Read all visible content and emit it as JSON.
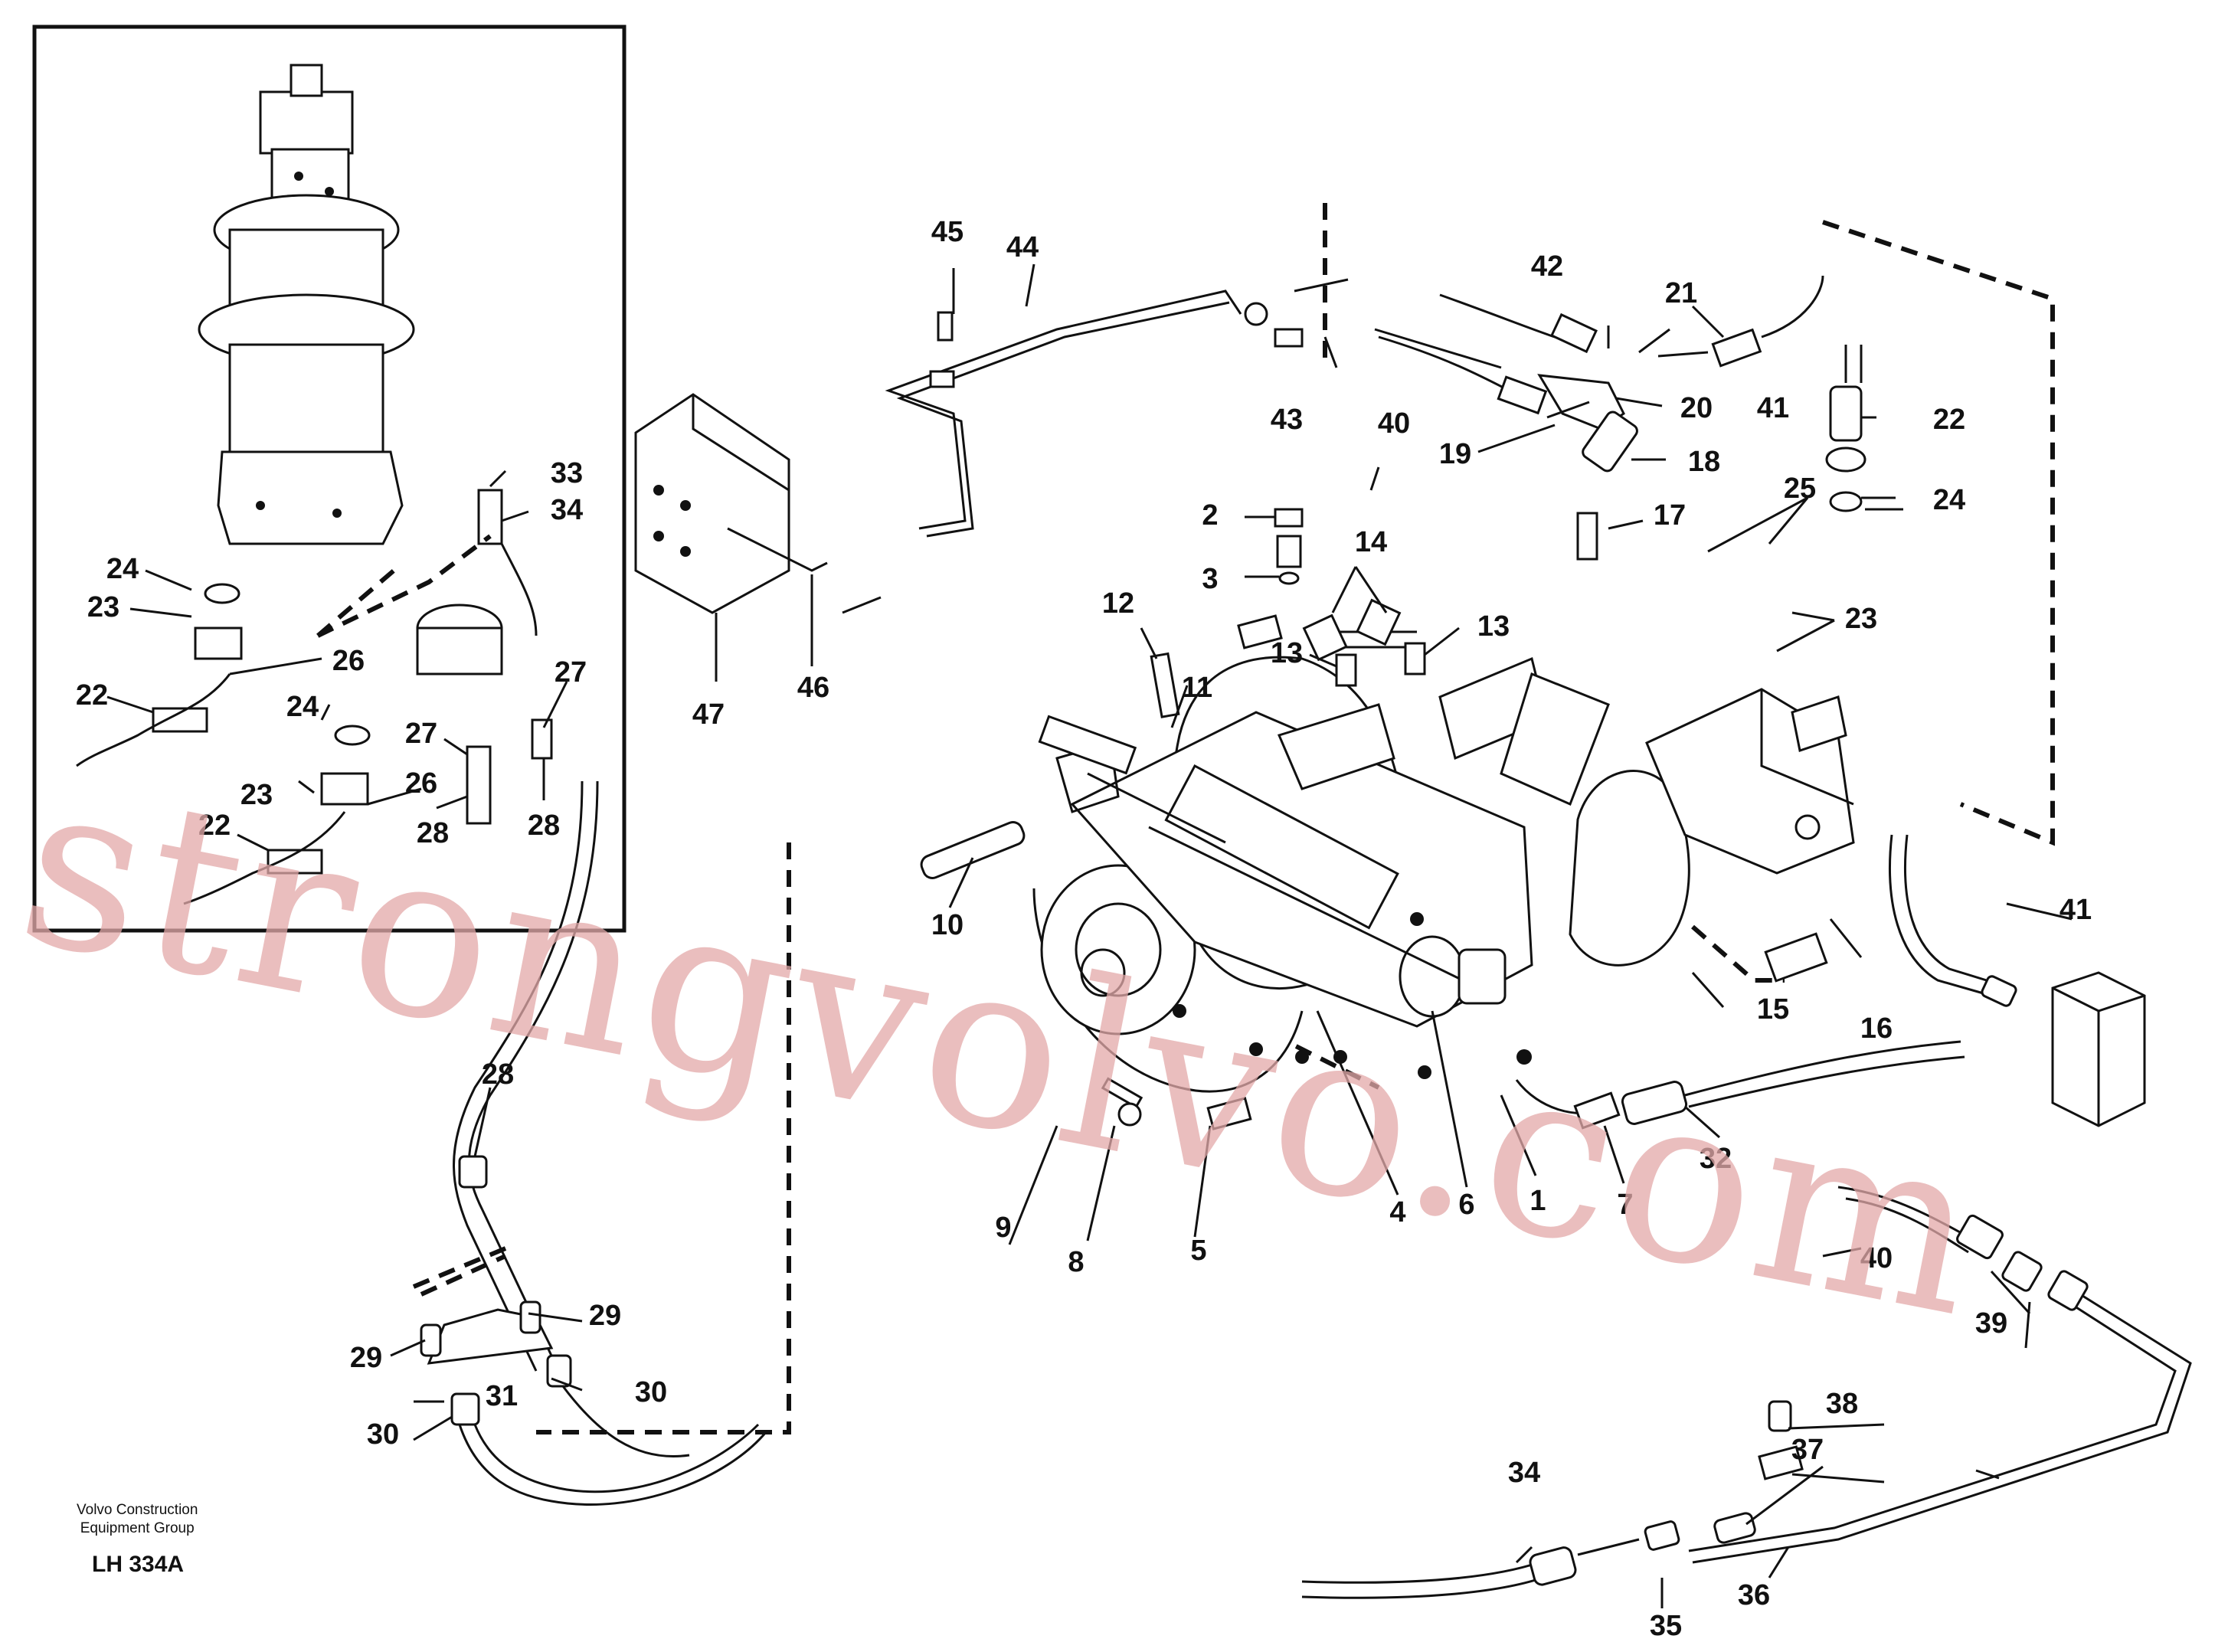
{
  "watermark": "strongvolvo.com",
  "footer": {
    "group_line1": "Volvo Construction",
    "group_line2": "Equipment Group",
    "reference": "LH 334A"
  },
  "callouts": {
    "c1": "1",
    "c2": "2",
    "c3": "3",
    "c4": "4",
    "c5": "5",
    "c6": "6",
    "c7": "7",
    "c8": "8",
    "c9": "9",
    "c10": "10",
    "c11": "11",
    "c12": "12",
    "c13a": "13",
    "c13b": "13",
    "c14": "14",
    "c15": "15",
    "c16": "16",
    "c17": "17",
    "c18": "18",
    "c19": "19",
    "c20": "20",
    "c21": "21",
    "c22a": "22",
    "c22b": "22",
    "c22c": "22",
    "c23a": "23",
    "c23b": "23",
    "c23c": "23",
    "c24a": "24",
    "c24b": "24",
    "c24c": "24",
    "c25": "25",
    "c26a": "26",
    "c26b": "26",
    "c27a": "27",
    "c27b": "27",
    "c28a": "28",
    "c28b": "28",
    "c28c": "28",
    "c29a": "29",
    "c29b": "29",
    "c30a": "30",
    "c30b": "30",
    "c31": "31",
    "c32": "32",
    "c33": "33",
    "c34a": "34",
    "c34b": "34",
    "c35": "35",
    "c36": "36",
    "c37": "37",
    "c38": "38",
    "c39": "39",
    "c40a": "40",
    "c40b": "40",
    "c41a": "41",
    "c41b": "41",
    "c42": "42",
    "c43": "43",
    "c44": "44",
    "c45": "45",
    "c46": "46",
    "c47": "47"
  }
}
